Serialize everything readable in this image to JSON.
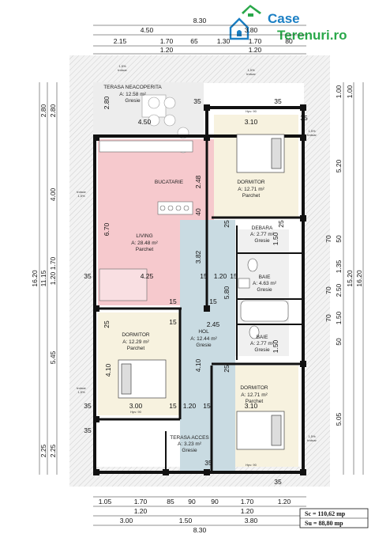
{
  "logo": {
    "word1": "Case",
    "word2": "Terenuri.ro",
    "color": "#1b7fc4",
    "accent": "#2aa84a"
  },
  "colors": {
    "living": "#f6c9cd",
    "hall": "#c9dbe2",
    "bedroom": "#f7f2df",
    "wall": "#111111",
    "hatch": "#b8b8b8"
  },
  "rooms": [
    {
      "name": "TERASA NEACOPERITA",
      "area": "A: 12.58 m²",
      "mat": "Gresie"
    },
    {
      "name": "BUCATARIE",
      "area": "",
      "mat": ""
    },
    {
      "name": "LIVING",
      "area": "A: 28.48 m²",
      "mat": "Parchet"
    },
    {
      "name": "DORMITOR",
      "area": "A: 12.71 m²",
      "mat": "Parchet"
    },
    {
      "name": "DEBARA",
      "area": "A: 2.77 m²",
      "mat": "Gresie"
    },
    {
      "name": "BAIE",
      "area": "A: 4.63 m²",
      "mat": "Gresie"
    },
    {
      "name": "HOL",
      "area": "A: 12.44 m²",
      "mat": "Gresie"
    },
    {
      "name": "BAIE",
      "area": "A: 2.77 m²",
      "mat": "Gresie"
    },
    {
      "name": "DORMITOR",
      "area": "A: 12.29 m²",
      "mat": "Parchet"
    },
    {
      "name": "DORMITOR",
      "area": "A: 12.71 m²",
      "mat": "Parchet"
    },
    {
      "name": "TERASA ACCES",
      "area": "A: 3.23 m²",
      "mat": "Gresie"
    }
  ],
  "dims_top": {
    "overall": "8.30",
    "left": "4.50",
    "right": "3.80",
    "row3": [
      "2.15",
      "1.70",
      "65",
      "1.30",
      "1.70",
      "80"
    ],
    "row4": [
      "1.20",
      "1.20"
    ]
  },
  "dims_bottom": {
    "row1": [
      "1.05",
      "1.70",
      "85",
      "90",
      "90",
      "1.70",
      "1.20"
    ],
    "row2": [
      "1.20",
      "1.20"
    ],
    "row3": [
      "3.00",
      "1.50",
      "3.80"
    ],
    "overall": "8.30"
  },
  "dims_left": {
    "outer": "16.20",
    "second": "11.15",
    "upper": [
      "2.80",
      "2.80"
    ],
    "mid": [
      "4.00",
      "6.70",
      "1.70",
      "1.20"
    ],
    "lower": [
      "5.45",
      "2.25",
      "2.25"
    ]
  },
  "dims_right": {
    "outer": "16.20",
    "second": "15.20",
    "cols": [
      "1.00",
      "1.00",
      "5.20",
      "70",
      "50",
      "1.35",
      "70",
      "2.50",
      "70",
      "1.50",
      "50",
      "5.05"
    ]
  },
  "inner_dims": [
    "4.50",
    "3.10",
    "2.80",
    "4.25",
    "3.82",
    "35",
    "15",
    "15",
    "1.20",
    "15",
    "5.80",
    "2.45",
    "4.10",
    "4.10",
    "2.48",
    "40",
    "25",
    "25",
    "25",
    "25",
    "1.50",
    "1.50",
    "3.00",
    "1.20",
    "15",
    "3.10",
    "35",
    "35",
    "35",
    "35",
    "35",
    "15",
    "15",
    "15",
    "35",
    "35"
  ],
  "summary": {
    "sc": "Sc = 110,62 mp",
    "su": "Su = 88,80 mp"
  },
  "notes": {
    "slope": "1,5%",
    "window": "Hpv: 90",
    "trotuar": "trotuar"
  }
}
